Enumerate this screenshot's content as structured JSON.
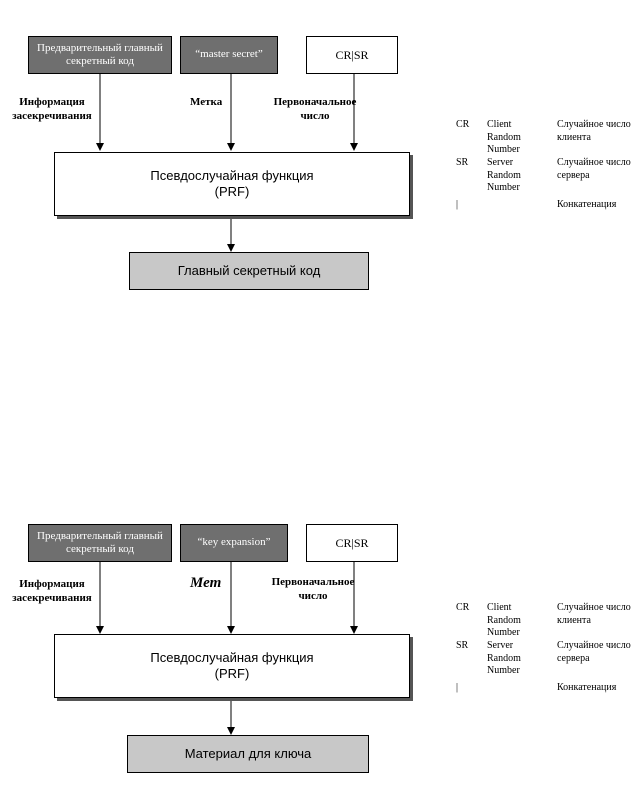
{
  "diagrams": [
    {
      "inputs": {
        "pre_master": "Предварительный главный секретный код",
        "label_value": "“master secret”",
        "random": "CR|SR"
      },
      "labels": {
        "hash_info": "Информация засекречивания",
        "label": "Метка",
        "seed": "Первоначальное число"
      },
      "prf": {
        "line1": "Псевдослучайная функция",
        "line2": "(PRF)"
      },
      "output": "Главный секретный код",
      "legend": [
        {
          "abbr": "CR",
          "en": "Client Random Number",
          "ru": "Случайное число клиента"
        },
        {
          "abbr": "SR",
          "en": "Server Random Number",
          "ru": "Случайное число сервера"
        },
        {
          "abbr": "|",
          "en": "",
          "ru": "Конкатенация"
        }
      ]
    },
    {
      "inputs": {
        "pre_master": "Предварительный главный секретный код",
        "label_value": "“key expansion”",
        "random": "CR|SR"
      },
      "labels": {
        "hash_info": "Информация засекречивания",
        "label": "Мет",
        "seed": "Первоначальное число"
      },
      "prf": {
        "line1": "Псевдослучайная функция",
        "line2": "(PRF)"
      },
      "output": "Материал для ключа",
      "legend": [
        {
          "abbr": "CR",
          "en": "Client Random Number",
          "ru": "Случайное число клиента"
        },
        {
          "abbr": "SR",
          "en": "Server Random Number",
          "ru": "Случайное число сервера"
        },
        {
          "abbr": "|",
          "en": "",
          "ru": "Конкатенация"
        }
      ]
    }
  ]
}
